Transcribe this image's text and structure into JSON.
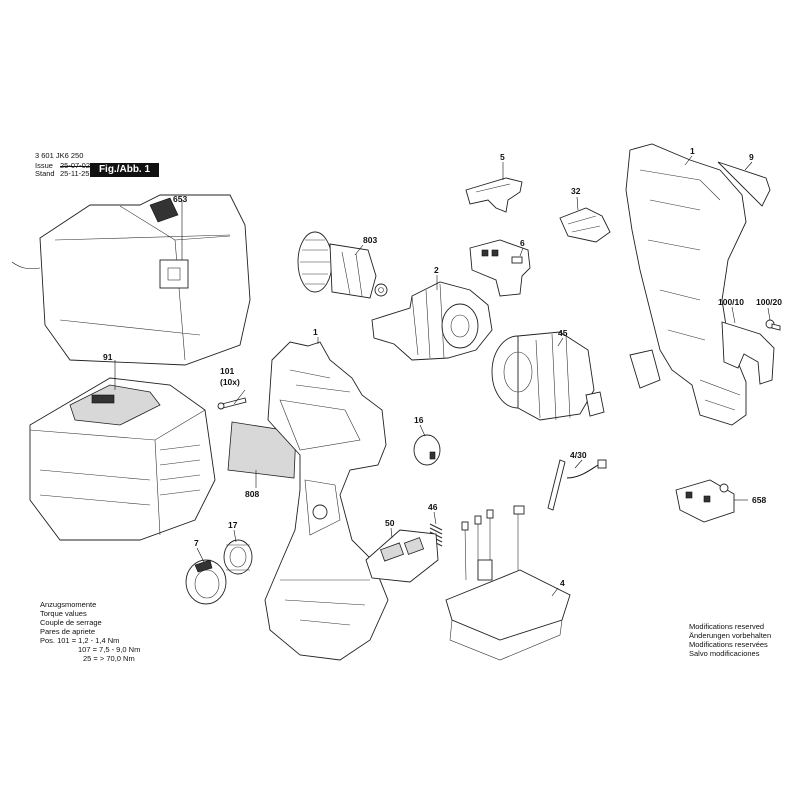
{
  "header": {
    "part_number": "3 601 JK6 250",
    "issue_label": "Issue",
    "issue_date": "25-07-02",
    "stand_label": "Stand",
    "stand_date": "25-11-25",
    "figure_label": "Fig./Abb. 1"
  },
  "torque_notes": {
    "lines": [
      "Anzugsmomente",
      "Torque values",
      "Couple de serrage",
      "Pares de apriete",
      "Pos.  101 = 1,2 - 1,4 Nm",
      "107 = 7,5 - 9,0 Nm",
      "25 = > 70,0 Nm"
    ]
  },
  "modifications": {
    "lines": [
      "Modifications reserved",
      "Änderungen vorbehalten",
      "Modifications reservées",
      "Salvo modificaciones"
    ]
  },
  "parts": {
    "p1_left": "1",
    "p1_right": "1",
    "p2": "2",
    "p4": "4",
    "p5": "5",
    "p6": "6",
    "p7": "7",
    "p9": "9",
    "p16": "16",
    "p17": "17",
    "p32": "32",
    "p45": "45",
    "p46": "46",
    "p50": "50",
    "p91": "91",
    "p101": "101",
    "p101_qty": "(10x)",
    "p430": "4/30",
    "p653": "653",
    "p658": "658",
    "p803": "803",
    "p808": "808",
    "p10010": "100/10",
    "p10020": "100/20"
  }
}
